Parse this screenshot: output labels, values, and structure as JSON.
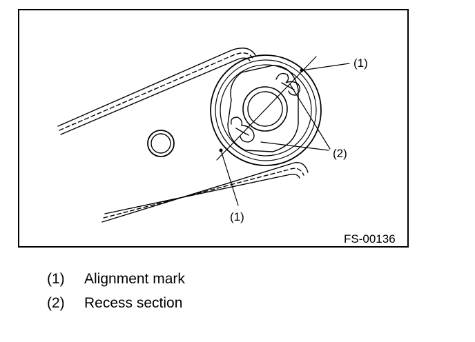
{
  "figure": {
    "callouts": {
      "top_mark": "(1)",
      "bottom_mark": "(1)",
      "recess": "(2)"
    },
    "figure_id": "FS-00136"
  },
  "legend": [
    {
      "number": "(1)",
      "text": "Alignment mark"
    },
    {
      "number": "(2)",
      "text": "Recess section"
    }
  ]
}
